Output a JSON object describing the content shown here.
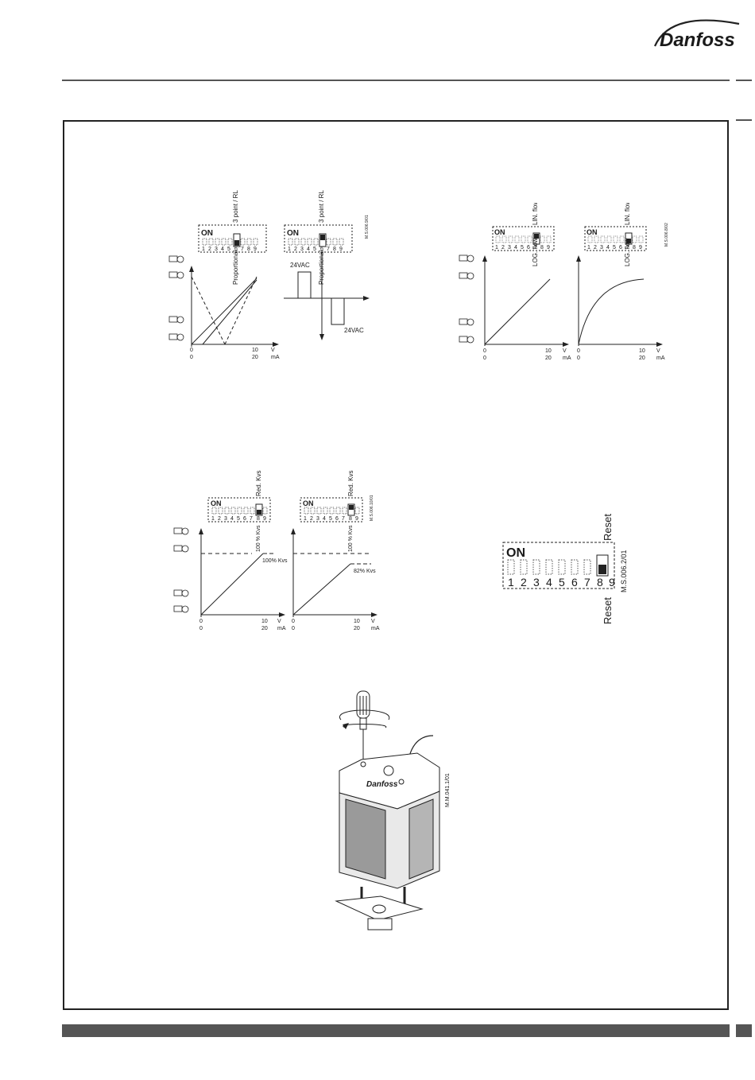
{
  "brand": {
    "logo_text": "Danfoss"
  },
  "dip_labels": {
    "on": "ON",
    "numbers": [
      "1",
      "2",
      "3",
      "4",
      "5",
      "6",
      "7",
      "8",
      "9"
    ],
    "three_point": "3 point / RL",
    "proportional": "Proportional",
    "lin_flow": "LIN. flow",
    "log_flow": "LOG. flow",
    "red_kvs": "Red. Kvs",
    "reset": "Reset"
  },
  "axis": {
    "v0": "0",
    "v10": "10",
    "v_unit": "V",
    "ma0": "0",
    "ma20": "20",
    "ma_unit": "mA"
  },
  "annotations": {
    "ac_high": "24VAC",
    "ac_low": "24VAC",
    "kvs_100": "100 % Kvs",
    "kvs_100_curve": "100% Kvs",
    "kvs_reduced": "82% Kvs"
  },
  "figure_codes": {
    "fig1": "M.S.006.9/01",
    "fig2": "M.S.006.8/02",
    "fig3": "M.S.006.10/01",
    "fig4": "M.S.006.2/01",
    "fig5": "M.M.041.1/01"
  }
}
